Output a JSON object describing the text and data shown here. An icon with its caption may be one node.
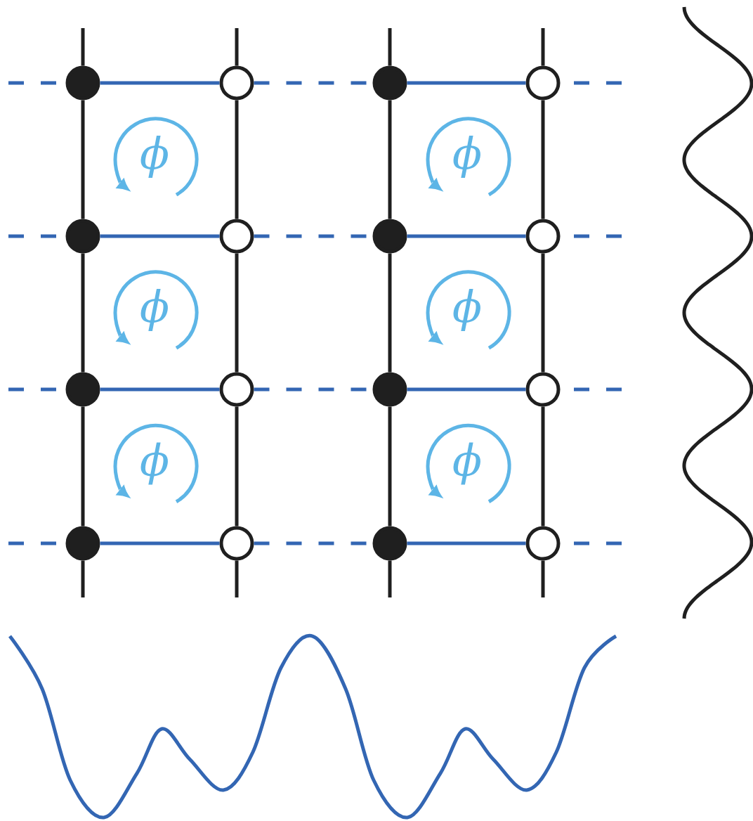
{
  "diagram": {
    "nodes": [
      {
        "text": [],
        "shape": "circle"
      },
      {
        "text": [],
        "shape": "circle"
      },
      {
        "text": [],
        "shape": "circle"
      },
      {
        "text": [],
        "shape": "circle"
      },
      {
        "text": [],
        "shape": "circle"
      },
      {
        "text": [],
        "shape": "circle"
      },
      {
        "text": [],
        "shape": "circle"
      },
      {
        "text": [],
        "shape": "circle"
      },
      {
        "text": [],
        "shape": "circle"
      },
      {
        "text": [],
        "shape": "circle"
      },
      {
        "text": [],
        "shape": "circle"
      },
      {
        "text": [],
        "shape": "circle"
      },
      {
        "text": [],
        "shape": "circle"
      },
      {
        "text": [],
        "shape": "circle"
      },
      {
        "text": [],
        "shape": "circle"
      },
      {
        "text": [],
        "shape": "circle"
      }
    ],
    "edges": [
      {
        "from": 0,
        "to": 4,
        "arrow": "none"
      },
      {
        "from": 4,
        "to": 8,
        "arrow": "none"
      },
      {
        "from": 8,
        "to": 12,
        "arrow": "none"
      },
      {
        "from": 1,
        "to": 5,
        "arrow": "none"
      },
      {
        "from": 5,
        "to": 9,
        "arrow": "none"
      },
      {
        "from": 9,
        "to": 13,
        "arrow": "none"
      },
      {
        "from": 2,
        "to": 6,
        "arrow": "none"
      },
      {
        "from": 6,
        "to": 10,
        "arrow": "none"
      },
      {
        "from": 10,
        "to": 14,
        "arrow": "none"
      },
      {
        "from": 3,
        "to": 7,
        "arrow": "none"
      },
      {
        "from": 7,
        "to": 11,
        "arrow": "none"
      },
      {
        "from": 11,
        "to": 15,
        "arrow": "none"
      },
      {
        "from": 0,
        "to": 1,
        "arrow": "none",
        "color": "#3366b3"
      },
      {
        "from": 2,
        "to": 3,
        "arrow": "none",
        "color": "#3366b3"
      },
      {
        "from": 4,
        "to": 5,
        "arrow": "none",
        "color": "#3366b3"
      },
      {
        "from": 6,
        "to": 7,
        "arrow": "none",
        "color": "#3366b3"
      },
      {
        "from": 8,
        "to": 9,
        "arrow": "none",
        "color": "#3366b3"
      },
      {
        "from": 10,
        "to": 11,
        "arrow": "none",
        "color": "#3366b3"
      },
      {
        "from": 12,
        "to": 13,
        "arrow": "none",
        "color": "#3366b3"
      },
      {
        "from": 14,
        "to": 15,
        "arrow": "none",
        "color": "#3366b3"
      },
      {
        "from": 1,
        "to": 2,
        "arrow": "none",
        "style": "dashed",
        "color": "#3366b3"
      },
      {
        "from": 5,
        "to": 6,
        "arrow": "none",
        "style": "dashed",
        "color": "#3366b3"
      },
      {
        "from": 9,
        "to": 10,
        "arrow": "none",
        "style": "dashed",
        "color": "#3366b3"
      },
      {
        "from": 13,
        "to": 14,
        "arrow": "none",
        "style": "dashed",
        "color": "#3366b3"
      },
      {
        "from": null,
        "to": 0,
        "arrow": "none"
      },
      {
        "from": null,
        "to": 1,
        "arrow": "none"
      },
      {
        "from": null,
        "to": 2,
        "arrow": "none"
      },
      {
        "from": null,
        "to": 3,
        "arrow": "none"
      },
      {
        "from": null,
        "to": 12,
        "arrow": "none"
      },
      {
        "from": null,
        "to": 13,
        "arrow": "none"
      },
      {
        "from": null,
        "to": 14,
        "arrow": "none"
      },
      {
        "from": null,
        "to": 15,
        "arrow": "none"
      },
      {
        "from": null,
        "to": 0,
        "arrow": "none",
        "style": "dashed",
        "color": "#3366b3"
      },
      {
        "from": null,
        "to": 4,
        "arrow": "none",
        "style": "dashed",
        "color": "#3366b3"
      },
      {
        "from": null,
        "to": 8,
        "arrow": "none",
        "style": "dashed",
        "color": "#3366b3"
      },
      {
        "from": null,
        "to": 12,
        "arrow": "none",
        "style": "dashed",
        "color": "#3366b3"
      },
      {
        "from": null,
        "to": 3,
        "arrow": "none",
        "style": "dashed",
        "color": "#3366b3"
      },
      {
        "from": null,
        "to": 7,
        "arrow": "none",
        "style": "dashed",
        "color": "#3366b3"
      },
      {
        "from": null,
        "to": 11,
        "arrow": "none",
        "style": "dashed",
        "color": "#3366b3"
      },
      {
        "from": null,
        "to": 15,
        "arrow": "none",
        "style": "dashed",
        "color": "#3366b3"
      }
    ],
    "labels": [
      "ϕ",
      "ϕ",
      "ϕ",
      "ϕ",
      "ϕ",
      "ϕ"
    ]
  }
}
